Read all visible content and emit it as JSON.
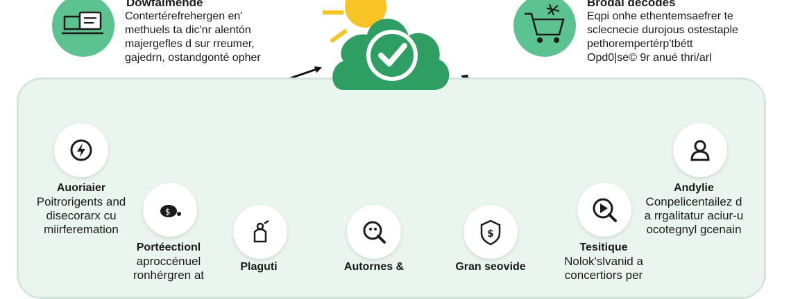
{
  "top_left": {
    "title": "Dowfaimende",
    "lines": [
      "Contertérefrehergen en'",
      "methuels ta dic'nr alentón",
      "majergefles d sur rreumer,",
      "gajedrn, ostandgonté opher"
    ]
  },
  "top_right": {
    "title": "Brodal decodes",
    "lines": [
      "Eqpi onhe ethentemsaefrer te",
      "sclecnecie durojous ostestaple",
      "pethorempertérp'tbétt",
      "Opd0|se© 9r anué thri/arl"
    ]
  },
  "nodes": [
    {
      "icon": "lightning-shield-icon",
      "title": "Auoriaier",
      "lines": [
        "Poitrorigents and",
        "disecorarx cu",
        "miirferemation"
      ]
    },
    {
      "icon": "money-bag-icon",
      "title": "Portéectionl",
      "lines": [
        "aproccénuel",
        "ronhérgren at"
      ]
    },
    {
      "icon": "cleaning-icon",
      "title": "Plaguti",
      "lines": []
    },
    {
      "icon": "search-gear-icon",
      "title": "Autornes &",
      "lines": []
    },
    {
      "icon": "dollar-shield-icon",
      "title": "Gran seovide",
      "lines": []
    },
    {
      "icon": "magnifier-play-icon",
      "title": "Tesitique",
      "lines": [
        "Nolok'slvanid a",
        "concertiors per"
      ]
    },
    {
      "icon": "user-icon",
      "title": "Andylie",
      "lines": [
        "Conpelicentailez d",
        "a rrgalitatur aciur-u",
        "ocotegnyl gcenain"
      ]
    }
  ],
  "colors": {
    "accent_green": "#2f9e62",
    "icon_circle": "#5cc28f",
    "panel_bg": "#e9f5ee",
    "sun": "#f7c325"
  }
}
